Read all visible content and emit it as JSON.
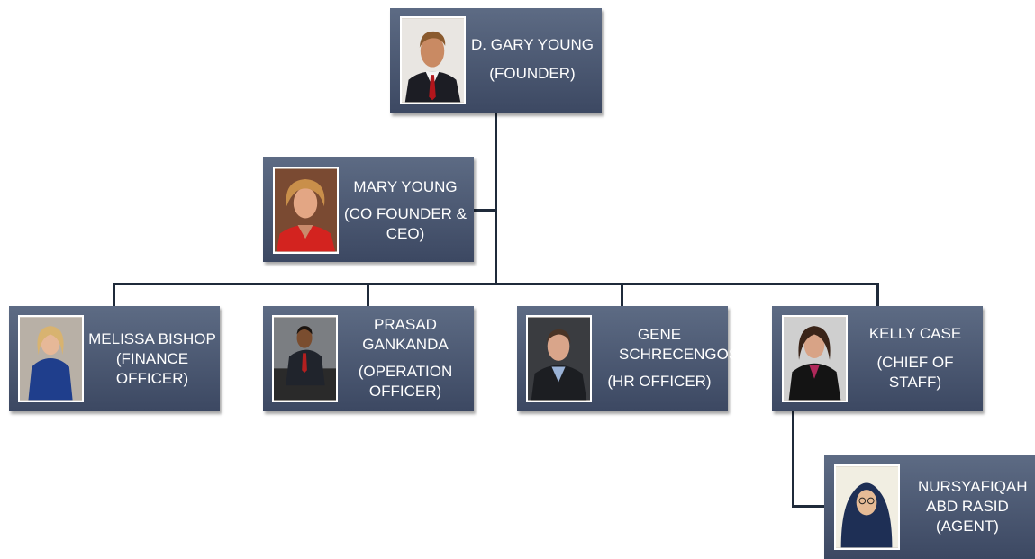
{
  "org_chart": {
    "founder": {
      "name": "D. GARY YOUNG",
      "role": "(FOUNDER)",
      "photo": "man-in-red-tie-portrait"
    },
    "cofounder": {
      "name": "MARY YOUNG",
      "role": "(CO FOUNDER & CEO)",
      "photo": "woman-in-red-portrait"
    },
    "officers": [
      {
        "name": "MELISSA BISHOP",
        "role": "(FINANCE OFFICER)",
        "photo": "woman-in-blue-dress-portrait"
      },
      {
        "name": "PRASAD GANKANDA",
        "role": "(OPERATION OFFICER)",
        "photo": "seated-man-in-suit-portrait"
      },
      {
        "name": "GENE SCHRECENGOST",
        "role": "(HR OFFICER)",
        "photo": "man-in-dark-jacket-portrait"
      },
      {
        "name": "KELLY CASE",
        "role": "(CHIEF OF STAFF)",
        "photo": "woman-in-black-blazer-portrait"
      }
    ],
    "agent": {
      "name": "NURSYAFIQAH ABD RASID",
      "role": "(AGENT)",
      "photo": "woman-in-hijab-portrait"
    },
    "colors": {
      "box_top": "#5d6b84",
      "box_bottom": "#3c4862",
      "connector": "#1f2a3a",
      "text": "#ffffff"
    }
  }
}
